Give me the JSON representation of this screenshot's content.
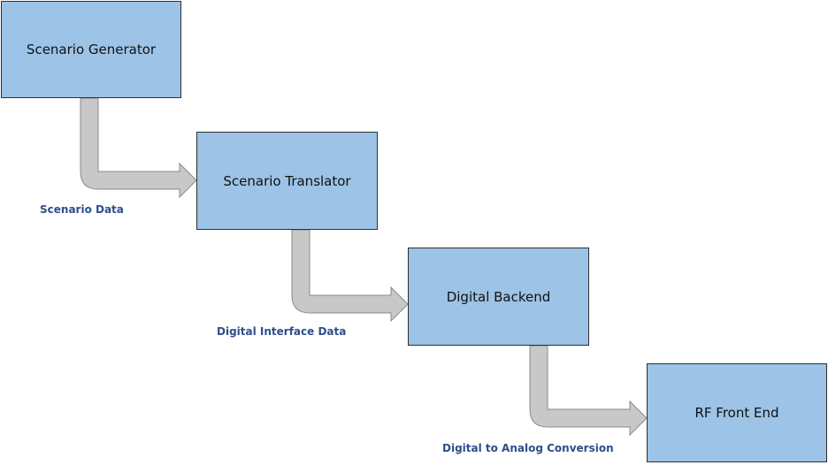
{
  "diagram": {
    "blocks": [
      {
        "id": "scenario-generator",
        "label": "Scenario Generator"
      },
      {
        "id": "scenario-translator",
        "label": "Scenario Translator"
      },
      {
        "id": "digital-backend",
        "label": "Digital Backend"
      },
      {
        "id": "rf-front-end",
        "label": "RF Front End"
      }
    ],
    "connections": [
      {
        "from": "scenario-generator",
        "to": "scenario-translator",
        "label": "Scenario Data"
      },
      {
        "from": "scenario-translator",
        "to": "digital-backend",
        "label": "Digital Interface Data"
      },
      {
        "from": "digital-backend",
        "to": "rf-front-end",
        "label": "Digital to Analog Conversion"
      }
    ],
    "colors": {
      "block_fill": "#9dc3e6",
      "block_border": "#2f2f2f",
      "arrow_fill": "#c8c8c8",
      "arrow_stroke": "#8a8a8a",
      "label_text": "#2e4e8c"
    }
  }
}
